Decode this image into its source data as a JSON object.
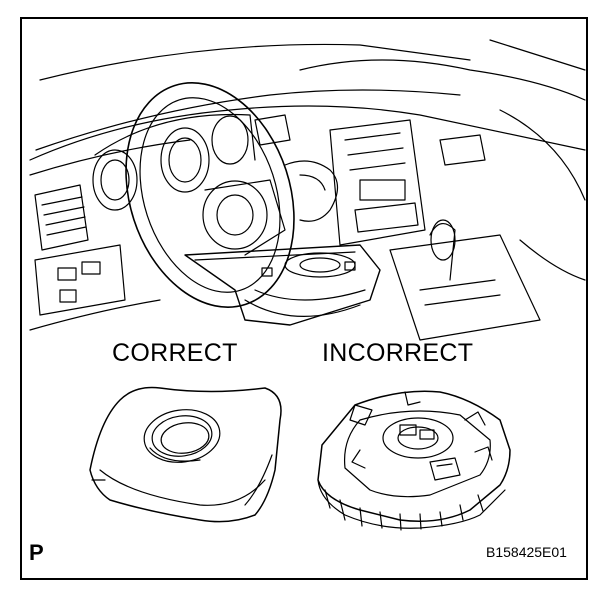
{
  "labels": {
    "correct": "CORRECT",
    "incorrect": "INCORRECT",
    "figure_code": "B158425E01",
    "corner_mark": "P"
  },
  "colors": {
    "line": "#000000",
    "background": "#ffffff"
  }
}
